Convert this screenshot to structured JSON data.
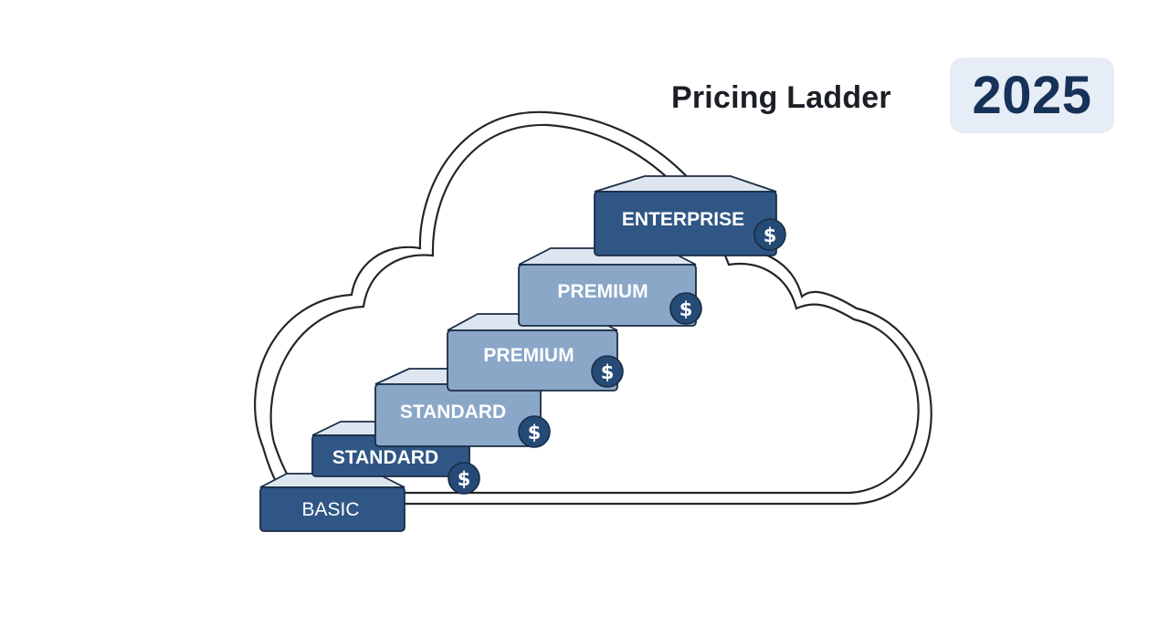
{
  "header": {
    "title": "Pricing Ladder",
    "year": "2025"
  },
  "steps": [
    {
      "label": "BASIC",
      "has_price_icon": false,
      "tone": "dark"
    },
    {
      "label": "STANDARD",
      "has_price_icon": true,
      "tone": "dark"
    },
    {
      "label": "STANDARD",
      "has_price_icon": true,
      "tone": "light"
    },
    {
      "label": "PREMIUM",
      "has_price_icon": true,
      "tone": "light"
    },
    {
      "label": "PREMIUM",
      "has_price_icon": true,
      "tone": "light"
    },
    {
      "label": "ENTERPRISE",
      "has_price_icon": true,
      "tone": "dark"
    }
  ],
  "price_icon": {
    "name": "dollar-coin-icon",
    "glyph": "$"
  },
  "colors": {
    "dark_step": "#2f5684",
    "light_step": "#8aa7c8",
    "step_top": "#dde6f0",
    "outline": "#1b2d45",
    "coin": "#254a75",
    "title": "#1c1f26",
    "year": "#173258",
    "year_bg": "#e6edf6"
  }
}
